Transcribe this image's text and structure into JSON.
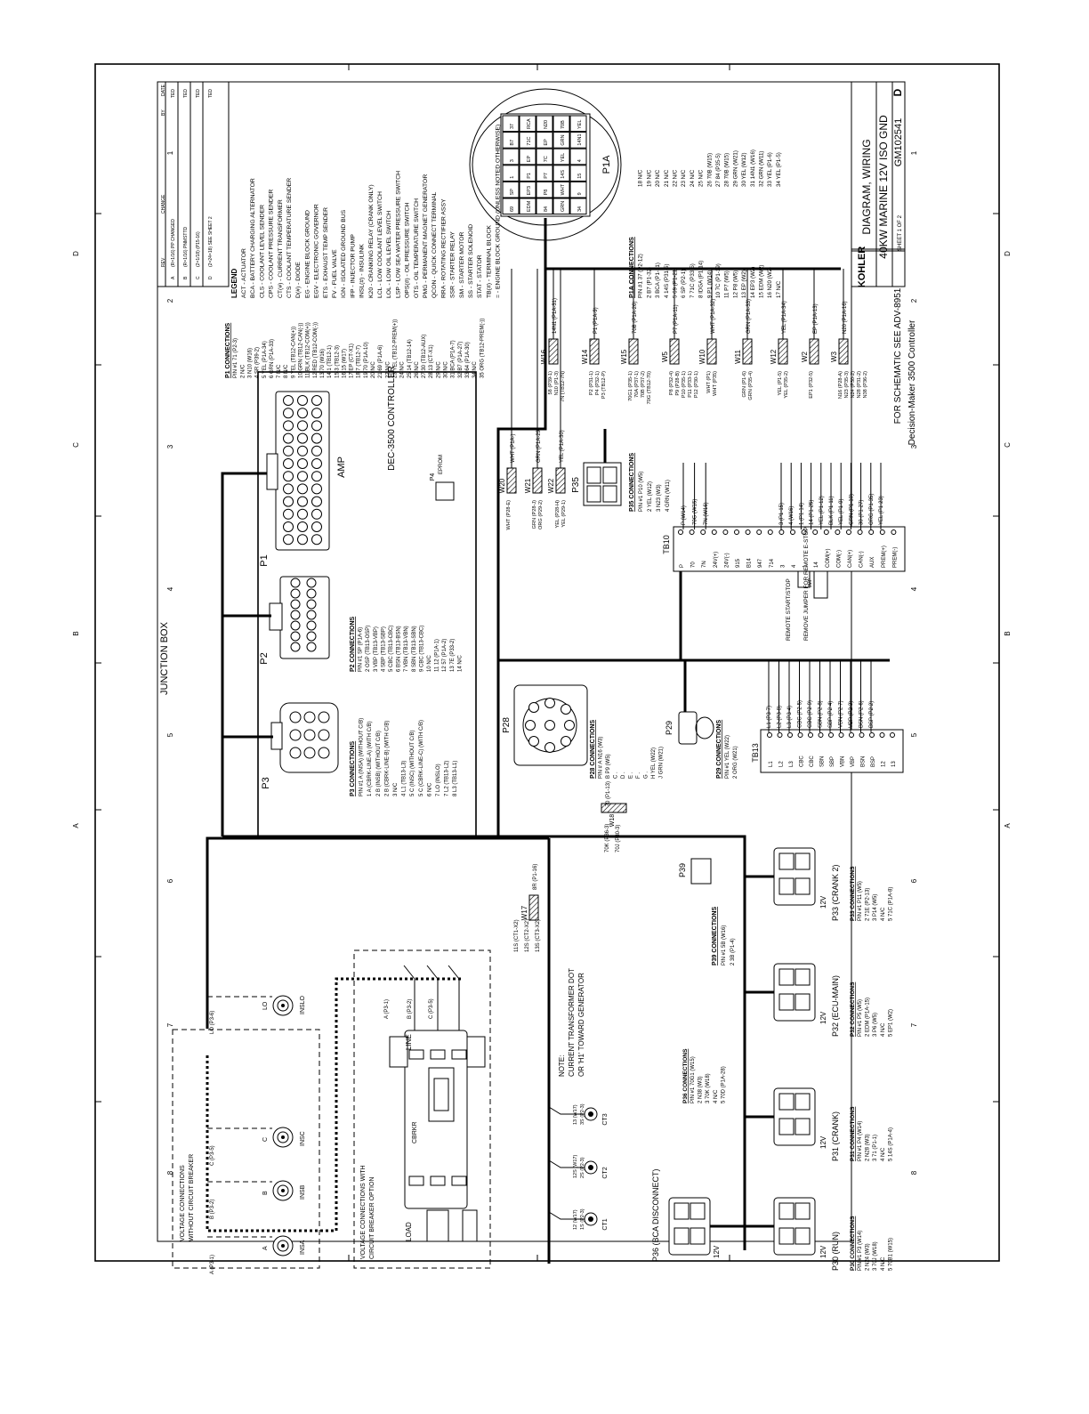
{
  "frame": {
    "zone_letters": [
      "D",
      "C",
      "B",
      "A"
    ],
    "zone_numbers": [
      "1",
      "2",
      "3",
      "4",
      "5",
      "6",
      "7",
      "8"
    ]
  },
  "title_block": {
    "company": "KOHLER",
    "title_line1": "DIAGRAM, WIRING",
    "title_line2": "40KW MARINE 12V ISO GND",
    "drawing_number": "GM102541",
    "revision": "D",
    "sheet_label": "SHEET 1 OF 2"
  },
  "revision_table": {
    "header": [
      "REV",
      "CHANGE",
      "BY",
      "DATE"
    ],
    "rows": [
      {
        "rev": "A",
        "change": "(R=1/16) PP CHANGED",
        "by": "TED",
        "date": ""
      },
      {
        "rev": "B",
        "change": "(R=1/16) PNMSTTD",
        "by": "TED",
        "date": ""
      },
      {
        "rev": "C",
        "change": "(2=1/18) (P15-16)",
        "by": "TED",
        "date": ""
      },
      {
        "rev": "D",
        "change": "(2=24=18) SEE SHEET 2",
        "by": "TED",
        "date": ""
      }
    ]
  },
  "notes": {
    "schematic_ref": "FOR SCHEMATIC SEE ADV-8951",
    "controller_label": "Decision-Maker 3500 Controller",
    "ct_note_1": "NOTE:",
    "ct_note_2": "CURRENT TRANSFORMER DOT",
    "ct_note_3": "OR 'H1' TOWARD GENERATOR"
  },
  "legend": {
    "title": "LEGEND",
    "items": [
      "ACT - ACTUATOR",
      "BCA - BATTERY CHARGING ALTERNATOR",
      "CLS - COOLANT LEVEL SENDER",
      "CPS - COOLANT PRESSURE SENDER",
      "CT(#) - CURRENT TRANSFORMER",
      "CTS - COOLANT TEMPERATURE SENDER",
      "D(#) - DIODE",
      "EG - ENGINE BLOCK GROUND",
      "EGV - ELECTRONIC GOVERNOR",
      "ETS - EXHAUST TEMP SENDER",
      "FV - FUEL VALVE",
      "IGN - ISOLATED GROUND BUS",
      "IFP - INJECTOR PUMP",
      "INSL(#) - INSULINK",
      "K20 - CRANKING RELAY (CRANK ONLY)",
      "LCL - LOW COOLANT LEVEL SWITCH",
      "LOL - LOW OIL LEVEL SWITCH",
      "LSP - LOW SEA WATER PRESSURE SWITCH",
      "OPS(#) - OIL PRESSURE SWITCH",
      "OTS - OIL TEMPERATURE SWITCH",
      "PMG - PERMANENT MAGNET GENERATOR",
      "QCON - QUICK CONNECT TERMINAL",
      "RRA - ROTATING RECTIFIER ASSY",
      "SSR - STARTER RELAY",
      "SM - STARTER MOTOR",
      "SS - STARTER SOLENOID",
      "STAT - STATOR",
      "TB(#) - TERMINAL BLOCK",
      "= - ENGINE BLOCK GROUND (UNLESS NOTED OTHERWISE)"
    ]
  },
  "junction_box": {
    "label": "JUNCTION BOX"
  },
  "controller": {
    "label": "DEC-3500 CONTROLLER",
    "amp_label": "AMP"
  },
  "p1_connections": {
    "title": "P1 CONNECTIONS",
    "rows": [
      "PIN #1  71   (P2-3)",
      "2  N/C",
      "3  N10  (W16)",
      "4  SR   (P39-2)",
      "5  YEL  (P1A-34)",
      "6  GRN  (P1A-33)",
      "7  N/C",
      "8  N/C",
      "9  YEL  (TB12-CAN(+))",
      "10 GRN  (TB12-CAN(-))",
      "11 BLK  (TB12-COM(+))",
      "12 RED  (TB12-COM(-))",
      "13 70   (W16)",
      "14 1    (TB12-1)",
      "15 3    (TB12-3)",
      "16 15   (W17)",
      "17 EP   (CT-X1)",
      "18 7    (TB12-7)",
      "19 70   (P1A-10)",
      "20 N/C",
      "21 69   (P1A-6)",
      "22 N/C",
      "23 YEL  (TB12-PREM(+))",
      "24 N/C",
      "25 14   (TB12-14)",
      "26 N/C",
      "27 30   (TB12-AUX)",
      "28 13   (CT-X1)",
      "29 N/C",
      "30 N/C",
      "31 BCA  (P1A-7)",
      "32 B7   (P1A-27)",
      "33 64   (P1A-30)",
      "34 N/C",
      "35 ORG  (TB12-PREM(-))"
    ]
  },
  "p2_connections": {
    "title": "P2 CONNECTIONS",
    "rows": [
      "PIN #1  SP   (P1A-6)",
      "2  OSP  (TB13-OSP)",
      "3  VBP  (TB13-VBP)",
      "4  SBP  (TB13-SBP)",
      "5  CBC  (TB13-CBC)",
      "6  BSN  (TB13-BSN)",
      "7  VBN  (TB13-VBN)",
      "8  SBN  (TB13-SBN)",
      "9  CBC  (TB13-CBC)",
      "10 N/C",
      "11 12   (P1A-1)",
      "12 57   (P1A-2)",
      "13 7E   (P33-2)",
      "14 N/C"
    ]
  },
  "p3_connections": {
    "title": "P3 CONNECTIONS",
    "rows": [
      "PIN #1  A  (INSA) (WITHOUT C/B)",
      "1  A  (CBRK-LINE-A) (WITH C/B)",
      "2  B  (INSB) (WITHOUT C/B)",
      "2  B  (CBRK-LINE-B) (WITH C/B)",
      "3  N/C",
      "4  L1  (TB13-L3)",
      "5  C  (INSC) (WITHOUT C/B)",
      "5  C  (CBRK-LINE-C) (WITH C/B)",
      "6  N/C",
      "7  LO  (INSLO)",
      "7  L2  (TB13-L2)",
      "8  L3  (TB13-L1)"
    ]
  },
  "p1a_connections": {
    "title": "P1A CONNECTIONS",
    "rows_left": [
      "PIN #1  37  (P2-12)",
      "2  B7  (P1-32)",
      "3  BCA (P1-31)",
      "4  14S (P31-5)",
      "5  69  (P1-21)",
      "6  SP  (P2-1)",
      "7  71C (P33-5)",
      "8  IDGA (P1-14)",
      "9  P1  (W14)",
      "10 7C  (P1-19)",
      "11 P7  (W5)",
      "12 P8  (W5)",
      "13 EP  (W2)",
      "14 EP3 (W2)",
      "15 EDM (W2)",
      "16 N20 (W2)",
      "17 N/C"
    ],
    "rows_right": [
      "18 N/C",
      "19 N/C",
      "20 N/C",
      "21 N/C",
      "22 N/C",
      "23 N/C",
      "24 N/C",
      "25 N/C",
      "26 70B (W15)",
      "27 84  (P35-5)",
      "28 70B (W15)",
      "29 GRN (W21)",
      "30 YEL (W12)",
      "31 14N1 (W16)",
      "32 GRN (W11)",
      "33 YEL (P1-6)",
      "34 YEL (P1-5)"
    ]
  },
  "p1a_cells": [
    "37",
    "B7",
    "3",
    "1",
    "SP",
    "69",
    "RCA",
    "71C",
    "EP",
    "P1",
    "EP3",
    "EDM",
    "N20",
    "EP",
    "7C",
    "P7",
    "P8",
    "84",
    "70B",
    "GRN",
    "YEL",
    "14S",
    "WHT",
    "GRN",
    "YEL",
    "14N1",
    "4",
    "15",
    "9",
    "34"
  ],
  "tb10": {
    "label": "TB10",
    "terminals": [
      "P",
      "70",
      "7N",
      "24V(+)",
      "24V(-)",
      "915",
      "B14",
      "947",
      "714",
      "3",
      "4",
      "1",
      "14",
      "COM(+)",
      "COM(-)",
      "CAN(+)",
      "CAN(-)",
      "AUX",
      "PREM(+)",
      "PREM(-)"
    ],
    "wires": [
      "3 (P1-15)",
      "4 (W16)",
      "1 (P1-14)",
      "14 (P1-25)",
      "YEL (P1-12)",
      "BLK (P1-11)",
      "YEL (P1-9)",
      "GRN (P1-10)",
      "30 (P1-27)",
      "ORG (P1-35)",
      "YEL (P1-23)"
    ],
    "left_wires": [
      "P (W14)",
      "70G (W15)",
      "7N (W16)"
    ],
    "remote_labels": [
      "REMOTE START/STOP",
      "REMOVE JUMPER FOR REMOTE E-STOP",
      "JMP"
    ]
  },
  "tb13": {
    "label": "TB13",
    "terminals": [
      "L1",
      "L2",
      "L3",
      "CBC",
      "CBC",
      "SBN",
      "SBP",
      "VBN",
      "VBP",
      "BSN",
      "BSP",
      "12",
      "13"
    ],
    "wires": [
      "L1 (P3-7)",
      "L2 (P3-8)",
      "L3 (P3-4)",
      "CBC (P2-5)",
      "CBC (P2-9)",
      "SBN (P2-8)",
      "SBP (P2-4)",
      "VBN (P2-7)",
      "VBP (P2-3)",
      "BSN (P2-6)",
      "BSP (P2-2)"
    ]
  },
  "p35_connections": {
    "title": "P35 CONNECTIONS",
    "label": "P35",
    "rows": [
      "PIN #1  P10  (W5)",
      "2  YEL (W12)",
      "3  N23 (W3)",
      "4  GRN (W11)"
    ]
  },
  "p28_connections": {
    "title": "P28 CONNECTIONS",
    "label": "P28",
    "rows": [
      "PIN # A  N16  (W3)",
      "B  P9  (W5)",
      "C  .",
      "D  .",
      "E  .",
      "F  .",
      "G  .",
      "H  YEL  (W22)",
      "J  GRN  (W21)"
    ]
  },
  "p29_connections": {
    "title": "P29 CONNECTIONS",
    "label": "P29",
    "rows": [
      "PIN #1  YEL  (W22)",
      "2  ORG  (W21)"
    ]
  },
  "p39_connections": {
    "title": "P39 CONNECTIONS",
    "label": "P39",
    "rows": [
      "PIN #1  5B  (W16)",
      "2  3B  (P1-4)"
    ]
  },
  "harness_wires": [
    {
      "name": "W16",
      "ends": [
        "58 (P39-1)",
        "N10 (P1-3)",
        "7N (TB12-7N)"
      ],
      "right": "14N1 (P1A-31)"
    },
    {
      "name": "W14",
      "ends": [
        "P2 (P31-1)",
        "P4 (P32-1)",
        "P3 (TB12-P)"
      ],
      "right": "P1 (P1A-9)"
    },
    {
      "name": "W15",
      "ends": [
        "70G1 (P35-1)",
        "70A (P37-1)",
        "70B (P37-2)",
        "70G (TB12-70)"
      ],
      "right": "70B (P1A-26)"
    },
    {
      "name": "W5",
      "ends": [
        "P8 (P32-4)",
        "P9 (P28-B)",
        "P10 (P35-1)",
        "P11 (P33-1)",
        "P12 (P30-1)"
      ],
      "right": "P7 (P1A-11)"
    },
    {
      "name": "W10",
      "ends": [
        "WHT (P1)",
        "WHT (P35)"
      ],
      "right": "WHT (P1A-32)"
    },
    {
      "name": "W11",
      "ends": [
        "GRN (P1-6)",
        "GRN (P35-4)"
      ],
      "right": "GRN (P1A-33)"
    },
    {
      "name": "W12",
      "ends": [
        "YEL (P1-5)",
        "YEL (P35-2)"
      ],
      "right": "YEL (P1A-34)"
    },
    {
      "name": "W2",
      "ends": [
        "EP1 (P32-5)"
      ],
      "right": "EP (P1A-13)"
    },
    {
      "name": "W3",
      "ends": [
        "N16 (P28-A)",
        "N23 (P35-3)",
        "N24 (P30-2)",
        "N28 (P31-2)",
        "N38 (P36-2)"
      ],
      "right": "N20 (P1A-16)"
    },
    {
      "name": "W20",
      "ends": [
        "WHT (P28-E)"
      ],
      "right": "WHT (P1A-)"
    },
    {
      "name": "W21",
      "ends": [
        "GRN (P28-J)",
        "ORG (P29-2)"
      ],
      "right": "GRN (P1A-29)"
    },
    {
      "name": "W22",
      "ends": [
        "YEL (P28-H)",
        "YEL (P29-1)"
      ],
      "right": "YEL (P1A-30)"
    },
    {
      "name": "W17",
      "ends": [
        "11S (CT1-X2)",
        "12S (CT2-X2)",
        "13S (CT3-X2)"
      ],
      "right": "8R (P1-16)"
    },
    {
      "name": "W18",
      "ends": [
        "70K (P36-3)",
        "70J (P30-3)"
      ],
      "right": "70 (P1-13)"
    }
  ],
  "crank_connectors": [
    {
      "label": "P30 (RUN)",
      "volt": "12V",
      "title": "P30 CONNECTIONS",
      "rows": [
        "PIN #1  P3  (W14)",
        "2  N24  (W3)",
        "3  70J  (W18)",
        "4  N/C",
        "5  70B1  (W15)"
      ]
    },
    {
      "label": "P31 (CRANK)",
      "volt": "12V",
      "title": "P31 CONNECTIONS",
      "rows": [
        "PIN #1  P4  (W14)",
        "2  N28  (W3)",
        "3  71  (P1-1)",
        "4  N/C",
        "5  14S  (P1A-4)"
      ]
    },
    {
      "label": "P32 (ECU-MAIN)",
      "volt": "12V",
      "title": "P32 CONNECTIONS",
      "rows": [
        "PIN #1  P5  (W5)",
        "2  EDM  (P1A-15)",
        "3  P6  (W5)",
        "4  N/C",
        "5  EP1  (W2)"
      ]
    },
    {
      "label": "P33 (CRANK 2)",
      "volt": "12V",
      "title": "P33 CONNECTIONS",
      "rows": [
        "PIN #1  P11  (W5)",
        "2  71E  (P2-13)",
        "3  P14  (W5)",
        "4  N/C",
        "5  71C  (P1A-8)"
      ]
    },
    {
      "label": "P36 (BCA DISCONNECT)",
      "volt": "12V",
      "title": "P36 CONNECTIONS",
      "rows": [
        "PIN #1  70G1  (W15)",
        "2  N38  (W3)",
        "3  70K  (W18)",
        "4  N/C",
        "5  70D  (P1A-28)"
      ]
    }
  ],
  "ct_labels": [
    {
      "name": "CT1",
      "wires": [
        "12 (W17)",
        "1S (P2-3)"
      ]
    },
    {
      "name": "CT2",
      "wires": [
        "12S (W17)",
        "2S (P2-3)"
      ]
    },
    {
      "name": "CT3",
      "wires": [
        "13 (W17)",
        "3S (P2-3)"
      ]
    }
  ],
  "voltage_no_cb": {
    "title_1": "VOLTAGE CONNECTIONS",
    "title_2": "WITHOUT CIRCUIT BREAKER",
    "items": [
      {
        "label": "INSA",
        "tag": "A",
        "wire": "A (P3-1)"
      },
      {
        "label": "INSB",
        "tag": "B",
        "wire": "B (P3-2)"
      },
      {
        "label": "INSC",
        "tag": "C",
        "wire": "C (P3-5)"
      },
      {
        "label": "INSLO",
        "tag": "LO",
        "wire": "LO (P3-6)"
      }
    ]
  },
  "voltage_cb": {
    "title_1": "VOLTAGE CONNECTIONS WITH",
    "title_2": "CIRCUIT BREAKER OPTION",
    "load": "LOAD",
    "line": "LINE",
    "cbrk": "CBRKR",
    "wires": [
      "A (P3-1)",
      "B (P3-2)",
      "C (P3-5)"
    ]
  },
  "connector_labels": {
    "p1": "P1",
    "p2": "P2",
    "p3": "P3",
    "p1a": "P1A",
    "p4": "P4",
    "p4_text": "EPROM"
  }
}
